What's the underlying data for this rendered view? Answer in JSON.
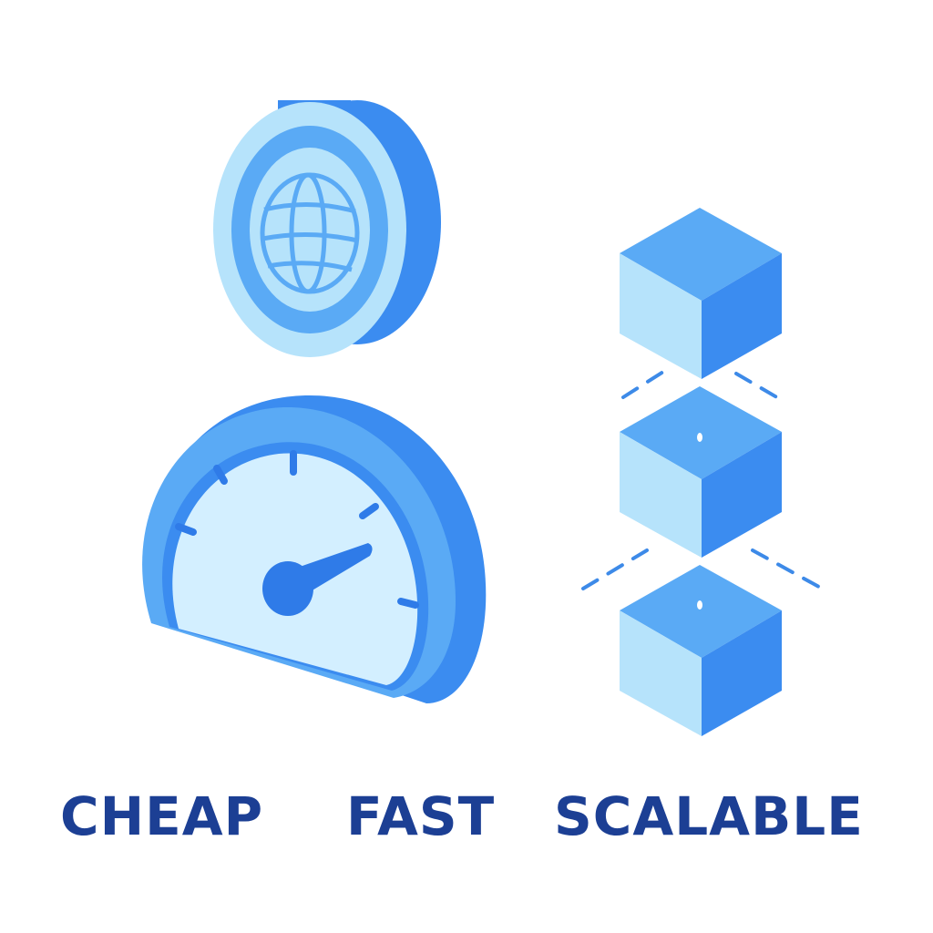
{
  "labels": {
    "cheap": "CHEAP",
    "fast": "FAST",
    "scalable": "SCALABLE"
  },
  "icons": {
    "coin": "globe-coin-icon",
    "speedometer": "speedometer-icon",
    "cubes": "stacked-cubes-icon"
  },
  "colors": {
    "label_text": "#1c3f94",
    "blue_dark": "#2f7be8",
    "blue_mid": "#5aaaf5",
    "blue_light": "#b6e3fb",
    "blue_pale": "#d3efff",
    "dash": "#3d8ae8"
  }
}
